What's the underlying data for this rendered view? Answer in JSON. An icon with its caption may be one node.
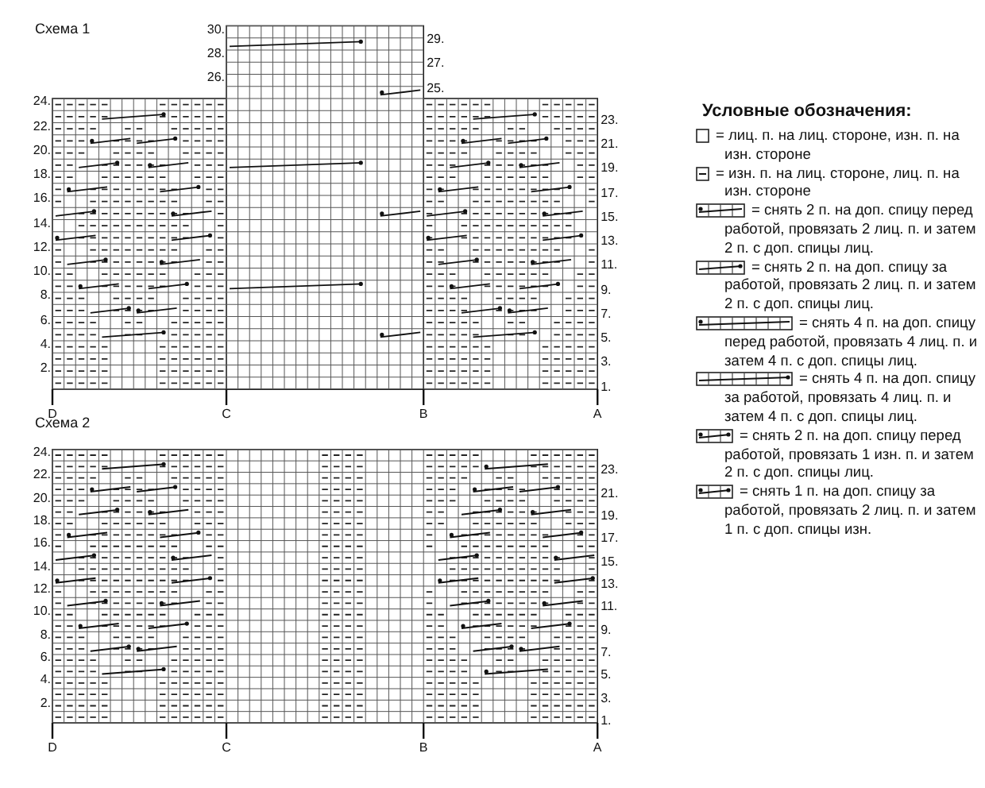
{
  "diagram": {
    "labels": [
      "Схема 1",
      "30.",
      "29.",
      "28.",
      "27.",
      "26.",
      "25.",
      "24.",
      "23.",
      "22.",
      "21.",
      "20.",
      "19.",
      "18.",
      "17.",
      "16.",
      "15.",
      "14.",
      "13.",
      "12.",
      "11.",
      "10.",
      "9.",
      "8.",
      "7.",
      "6.",
      "5.",
      "4.",
      "3.",
      "2.",
      "1.",
      "D",
      "C",
      "B",
      "A",
      "Схема 2",
      "24.",
      "23.",
      "22.",
      "21.",
      "20.",
      "19.",
      "18.",
      "17.",
      "16.",
      "15.",
      "14.",
      "13.",
      "12.",
      "11.",
      "10.",
      "9.",
      "8.",
      "7.",
      "6.",
      "5.",
      "4.",
      "3.",
      "2.",
      "1.",
      "D",
      "C",
      "B",
      "A",
      "Условные обозначения:"
    ],
    "legend": [
      {
        "text": "= лиц. п. на лиц. стороне, изн. п. на изн. стороне"
      },
      {
        "text": "= изн. п. на лиц. стороне, лиц. п. на изн. стороне"
      },
      {
        "text": "= снять 2 п. на доп. спицу перед работой, провязать 2 лиц. п. и затем 2 п. с доп. спицы лиц."
      },
      {
        "text": "= снять 2 п. на доп. спицу за работой, провязать 2 лиц. п. и затем 2 п. с доп. спицы лиц."
      },
      {
        "text": "= снять 4 п. на доп. спицу перед работой, провязать 4 лиц. п. и затем 4 п. с доп. спицы лиц."
      },
      {
        "text": "= снять 4 п. на доп. спицу за работой, провязать 4 лиц. п. и затем 4 п. с доп. спицы лиц."
      },
      {
        "text": "= снять 2 п. на доп. спицу перед работой, провязать 1 изн. п. и затем 2 п. с доп. спицы лиц."
      },
      {
        "text": "= снять 1 п. на доп. спицу за работой, провязать 2 лиц. п. и затем 1 п. с доп. спицы изн."
      }
    ]
  }
}
